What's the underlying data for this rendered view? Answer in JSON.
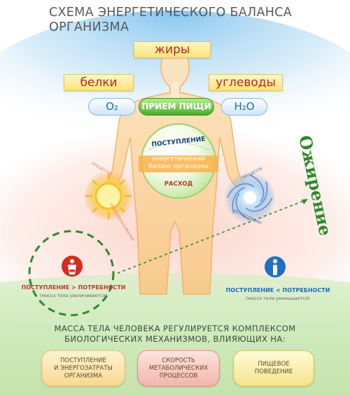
{
  "title": {
    "line1": "СХЕМА ЭНЕРГЕТИЧЕСКОГО БАЛАНСА",
    "line2": "ОРГАНИЗМА"
  },
  "labels": {
    "fats": "жиры",
    "proteins": "белки",
    "carbs": "углеводы",
    "food_intake": "ПРИЕМ ПИЩИ",
    "o2": "O₂",
    "h2o": "H₂O",
    "intake": "ПОСТУПЛЕНИЕ",
    "balance_line1": "энергетический",
    "balance_line2": "баланс организма",
    "expense": "РАСХОД",
    "process_left_1": "ПРОЦЕССЫ",
    "process_left_2": "ТЕПЛООБРАЗОВАНИЯ",
    "process_right_1": "ПРОЦЕССЫ",
    "process_right_2": "МЕТАБОЛИЗМА",
    "obesity": "Ожирение"
  },
  "left_case": {
    "label": "ПОСТУПЛЕНИЕ > ПОТРЕБНОСТИ",
    "sub": "(масса тела увеличивается)"
  },
  "right_case": {
    "label": "ПОСТУПЛЕНИЕ < ПОТРЕБНОСТИ",
    "sub": "(масса тела уменьшается)"
  },
  "bottom": {
    "line1": "МАССА ТЕЛА ЧЕЛОВЕКА РЕГУЛИРУЕТСЯ КОМПЛЕКСОМ",
    "line2": "БИОЛОГИЧЕСКИХ МЕХАНИЗМОВ, ВЛИЯЮЩИХ НА:",
    "buttons": [
      {
        "l1": "ПОСТУПЛЕНИЕ",
        "l2": "И ЭНЕРГОЗАТРАТЫ",
        "l3": "ОРГАНИЗМА"
      },
      {
        "l1": "СКОРОСТЬ",
        "l2": "МЕТАБОЛИЧЕСКИХ",
        "l3": "ПРОЦЕССОВ"
      },
      {
        "l1": "ПИЩЕВОЕ",
        "l2": "ПОВЕДЕНИЕ",
        "l3": ""
      }
    ]
  },
  "colors": {
    "accent_red": "#c0392b",
    "accent_green": "#3d9a2e",
    "accent_blue": "#1a6fb3",
    "body_fill": "#fcd9a4"
  }
}
